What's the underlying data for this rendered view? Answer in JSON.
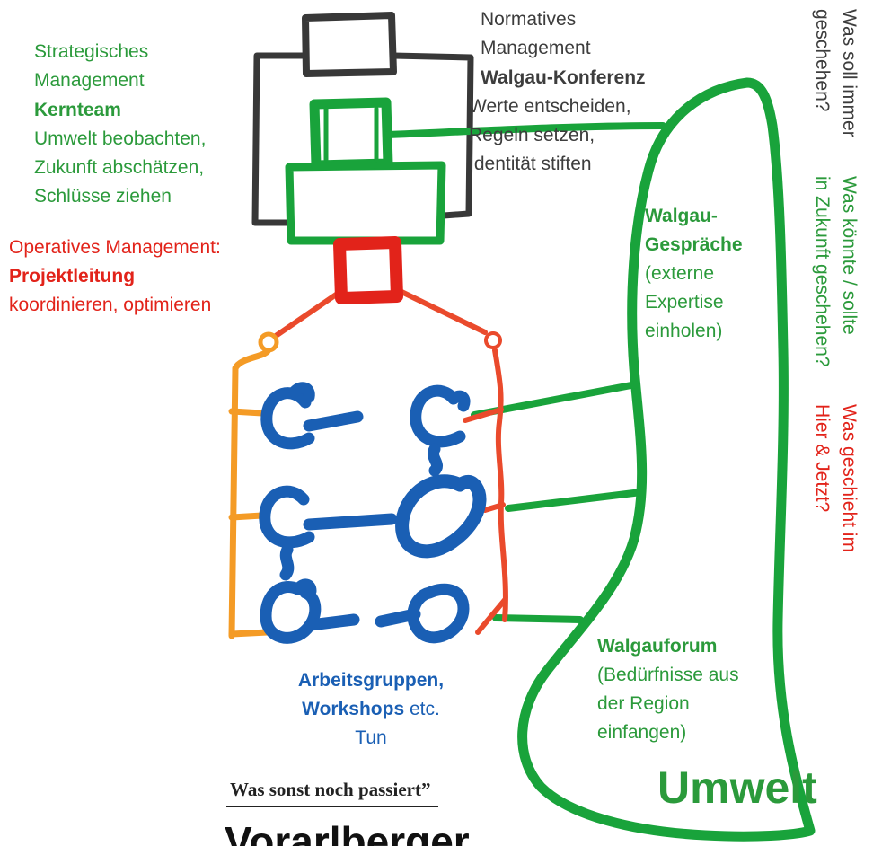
{
  "normative_management": {
    "label": [
      "Normatives",
      "Management"
    ],
    "body": "Walgau-Konferenz",
    "tasks": [
      "Werte entscheiden,",
      "Regeln setzen,",
      "Identität stiften"
    ]
  },
  "strategic_management": {
    "label": [
      "Strategisches",
      "Management"
    ],
    "body": "Kernteam",
    "tasks": [
      "Umwelt beobachten,",
      "Zukunft abschätzen,",
      "Schlüsse ziehen"
    ]
  },
  "operative_management": {
    "label": "Operatives Management:",
    "body": "Projektleitung",
    "tasks": "koordinieren, optimieren"
  },
  "walgau_gespraeche": {
    "title": [
      "Walgau-",
      "Gespräche"
    ],
    "description": [
      "(externe",
      "Expertise",
      "einholen)"
    ]
  },
  "working_groups": {
    "title": "Arbeitsgruppen,",
    "title_2": "Workshops",
    "suffix": "etc.",
    "task": "Tun"
  },
  "walgauforum": {
    "title": "Walgauforum",
    "description": [
      "(Bedürfnisse aus",
      "der Region",
      "einfangen)"
    ]
  },
  "environment_label": "Umwelt",
  "side_questions": [
    {
      "lines": [
        "Was soll immer",
        "geschehen?"
      ]
    },
    {
      "lines": [
        "Was könnte / sollte",
        "in Zukunft geschehen?"
      ]
    },
    {
      "lines": [
        "Was geschieht im",
        "Hier & Jetzt?"
      ]
    }
  ],
  "footer": {
    "section_heading": "Was sonst noch passiert”",
    "masthead": "Vorarlberger"
  },
  "colors": {
    "text_gray": "#3d3d3d",
    "green": "#2b9a3b",
    "green_stroke": "#19a33b",
    "red": "#e2231a",
    "red_line": "#ea4a2c",
    "blue": "#1a5fb4",
    "orange": "#f49b26",
    "black_stroke": "#383838"
  }
}
